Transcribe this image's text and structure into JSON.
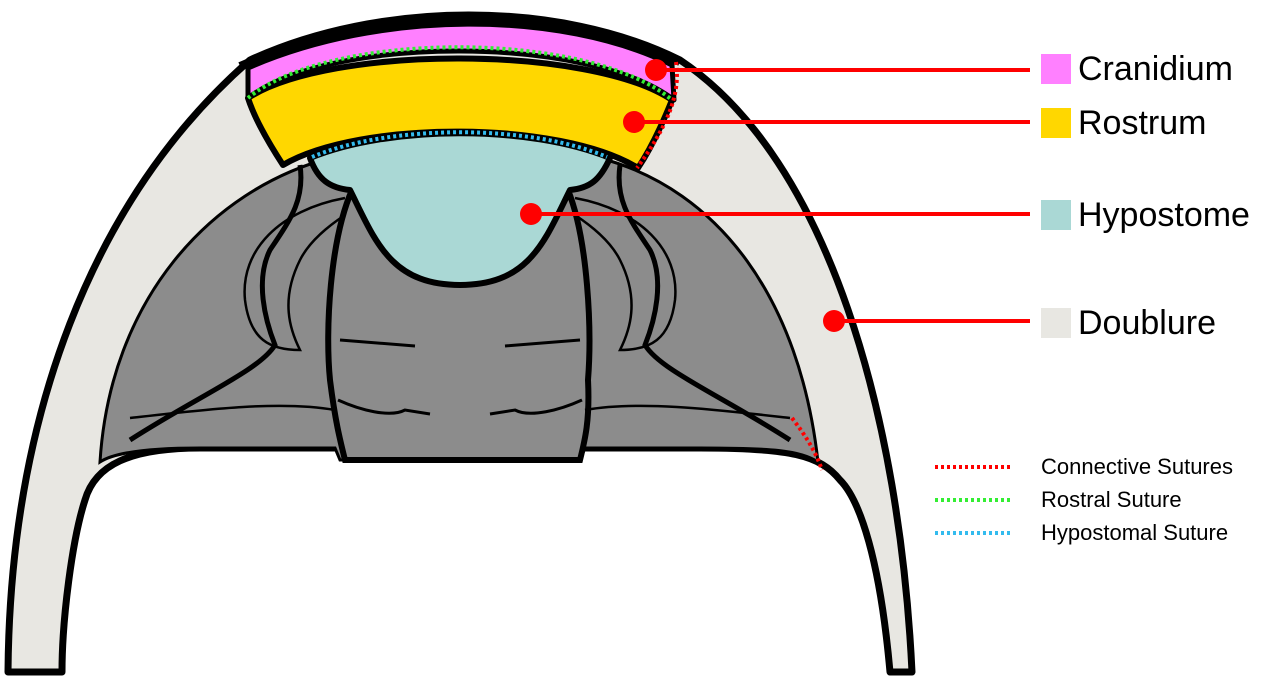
{
  "legend": {
    "parts": [
      {
        "label": "Cranidium",
        "color": "#FF80FF"
      },
      {
        "label": "Rostrum",
        "color": "#FFD700"
      },
      {
        "label": "Hypostome",
        "color": "#AAD8D5"
      },
      {
        "label": "Doublure",
        "color": "#E8E7E2"
      }
    ],
    "sutures": [
      {
        "label": "Connective Sutures",
        "color": "#FF0000"
      },
      {
        "label": "Rostral Suture",
        "color": "#33EE33"
      },
      {
        "label": "Hypostomal Suture",
        "color": "#33BBEE"
      }
    ]
  },
  "colors": {
    "leader": "#FF0000",
    "body": "#8C8C8C",
    "outline": "#000000"
  }
}
